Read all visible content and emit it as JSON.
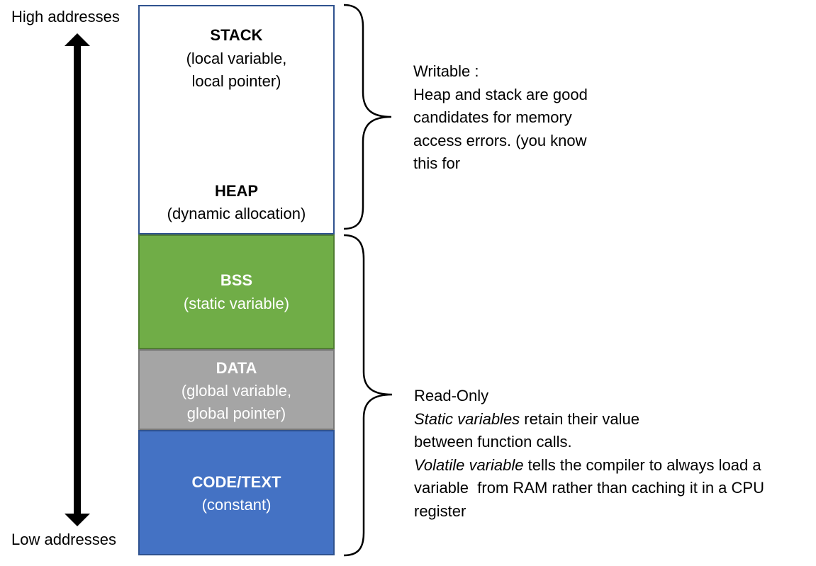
{
  "address_labels": {
    "high": "High addresses",
    "low": "Low addresses"
  },
  "segments": {
    "stack": {
      "title": "STACK",
      "desc_lines": [
        "(local variable,",
        "local pointer)"
      ],
      "fill": "#FFFFFF"
    },
    "heap": {
      "title": "HEAP",
      "desc_lines": [
        "(dynamic allocation)"
      ]
    },
    "bss": {
      "title": "BSS",
      "desc_lines": [
        "(static variable)"
      ],
      "fill": "#70AD47"
    },
    "data": {
      "title": "DATA",
      "desc_lines": [
        "(global variable,",
        "global pointer)"
      ],
      "fill": "#A5A5A5"
    },
    "code": {
      "title": "CODE/TEXT",
      "desc_lines": [
        "(constant)"
      ],
      "fill": "#4472C4"
    }
  },
  "notes": {
    "writable": {
      "lines": [
        "Writable :",
        "Heap and stack are good",
        "candidates for memory",
        "access errors. (you know",
        "this for"
      ]
    },
    "readonly": {
      "line1": "Read-Only",
      "line2_italic": "Static variables",
      "line2_rest": " retain their value",
      "line3": "between function calls.",
      "line4_italic": "Volatile variable",
      "line4_rest": " tells the compiler to always load a",
      "line5": "variable  from RAM rather than caching it in a CPU",
      "line6": "register"
    }
  },
  "colors": {
    "stack_border": "#2F528F",
    "bss": "#70AD47",
    "data": "#A5A5A5",
    "code": "#4472C4",
    "arrow": "#000000"
  }
}
